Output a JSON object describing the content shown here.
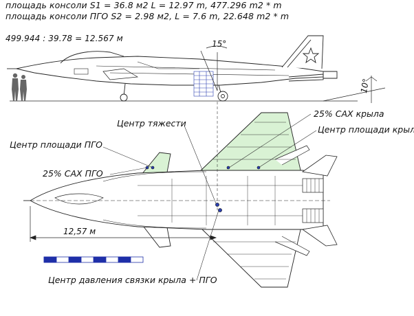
{
  "header": {
    "line1": "площадь консоли   S1 = 36.8 м2 L = 12.97 m, 477.296 m2 * m",
    "line2": "площадь консоли ПГО   S2 = 2.98 м2, L = 7.6 m, 22.648 m2 * m",
    "line3": "499.944 : 39.78 = 12.567 м"
  },
  "side_view": {
    "angle_label": "15°",
    "tilt_label": "10°"
  },
  "labels": {
    "center_of_gravity": "Центр тяжести",
    "wing_mac_25": "25% САХ крыла",
    "wing_area_center": "Центр площади крыла",
    "pgo_area_center": "Центр площади ПГО",
    "pgo_mac_25": "25% САХ ПГО",
    "pressure_center": "Центр давления связки крыла + ПГО",
    "distance": "12,57 м"
  },
  "colors": {
    "line": "#222222",
    "wing_fill": "#d9f2d4",
    "blue_detail": "#2a3fb0",
    "scale_blue": "#1e2fa8"
  }
}
